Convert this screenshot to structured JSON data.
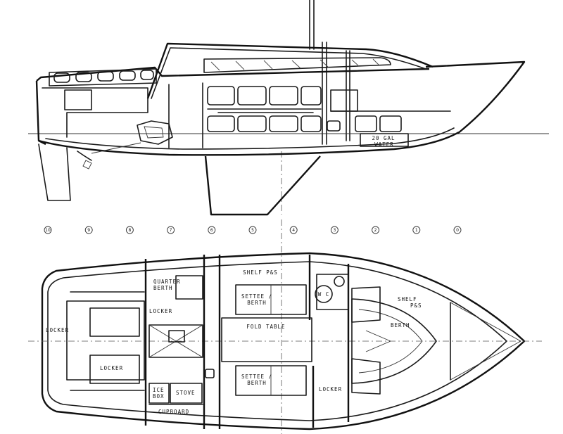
{
  "profile_labels": {
    "water_tank": [
      "20 GAL",
      "WATER"
    ]
  },
  "plan_labels": {
    "shelf": "SHELF P&S",
    "quarter_berth": [
      "QUARTER",
      "BERTH"
    ],
    "locker_aft_port": "LOCKER",
    "locker_stern": "LOCKER",
    "locker_aft_stbd": "LOCKER",
    "settee_upper": [
      "SETTEE /",
      "BERTH"
    ],
    "settee_lower": [
      "SETTEE /",
      "BERTH"
    ],
    "fold_table": "FOLD TABLE",
    "wc": "W C",
    "shelf_fwd": [
      "SHELF",
      "P&S"
    ],
    "vberth": "BERTH",
    "locker_fwd": "LOCKER",
    "ice_box": [
      "ICE",
      "BOX"
    ],
    "stove": "STOVE",
    "cupboard": "CUPBOARD"
  },
  "stations": [
    "10",
    "9",
    "8",
    "7",
    "6",
    "5",
    "4",
    "3",
    "2",
    "1",
    "0"
  ],
  "colors": {
    "ink": "#1a1a1a",
    "paper": "#ffffff"
  }
}
